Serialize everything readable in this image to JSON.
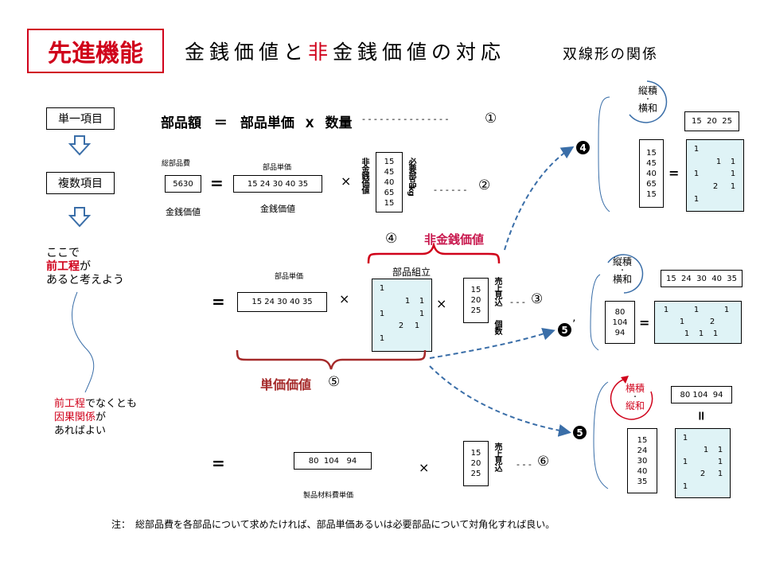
{
  "title_box": "先進機能",
  "title": {
    "part1": "金銭価値と",
    "part2": "非",
    "part3": "金銭価値の対応",
    "sub": "双線形の関係"
  },
  "left": {
    "single_item": "単一項目",
    "multi_item": "複数項目",
    "here_line1": "ここで",
    "here_line2_red": "前工程",
    "here_line2_rest": "が",
    "here_line3": "あると考えよう",
    "note1_red": "前工程",
    "note1_rest": "でなくとも",
    "note2_red": "因果関係",
    "note2_rest": "が",
    "note3": "あればよい"
  },
  "formula": {
    "lhs": "部品額",
    "eq": "＝",
    "rhs": "部品単価",
    "times": "X",
    "qty": "数量",
    "dashes": "- - - - - - - - - - - - - - -",
    "num": "①"
  },
  "row2": {
    "total_label": "総部品費",
    "total_value": "5630",
    "money_label1": "金銭価値",
    "price_label": "部品単価",
    "prices": "15 24 30 40 35",
    "money_label2": "金銭価値",
    "nonmoney_vert": "非金銭価値",
    "vec": [
      "15",
      "45",
      "40",
      "65",
      "15"
    ],
    "required_vert": "必要部品kg",
    "dashes": "- - - - - -",
    "num": "②"
  },
  "brace4": {
    "num": "④",
    "label": "非金銭価値"
  },
  "row3": {
    "price_label": "部品単価",
    "prices": "15 24 30 40 35",
    "matrix_label": "部品組立",
    "vec": [
      "15",
      "20",
      "25"
    ],
    "sales_vert": "売上見込",
    "count_vert": "個数",
    "dashes": "- - -",
    "num": "③"
  },
  "brace5": {
    "label": "単価価値",
    "num": "⑤"
  },
  "row4": {
    "prices": "80  104   94",
    "vec": [
      "15",
      "20",
      "25"
    ],
    "sales_vert": "売上見込",
    "dashes": "- - -",
    "num": "⑥",
    "caption": "製品材料費単価"
  },
  "panel4": {
    "badge": "4",
    "circle_line1": "縦積",
    "circle_dot": "・",
    "circle_line2": "横和",
    "row_vec": "15  20  25",
    "col_vec": [
      "15",
      "45",
      "40",
      "65",
      "15"
    ],
    "eq": "="
  },
  "panel5p": {
    "badge": "5",
    "prime": "’",
    "circle_line1": "縦積",
    "circle_dot": "・",
    "circle_line2": "横和",
    "row_vec": "15  24  30  40  35",
    "col_vec": [
      "80",
      "104",
      "94"
    ],
    "eq": "="
  },
  "panel5": {
    "badge": "5",
    "circle_line1": "横積",
    "circle_dot": "・",
    "circle_line2": "縦和",
    "row_vec": "80 104  94",
    "col_vec": [
      "15",
      "24",
      "30",
      "40",
      "35"
    ],
    "eq": "="
  },
  "matrix_entry": "1",
  "matrix_entry2": "2",
  "note": "注：　総部品費を各部品について求めたければ、部品単価あるいは必要部品について対角化すれば良い。",
  "colors": {
    "red": "#d0021b",
    "crimson": "#c8174d",
    "brown": "#a52a2a",
    "matrix_bg": "#dff3f6",
    "arrow": "#3a6ea8"
  }
}
